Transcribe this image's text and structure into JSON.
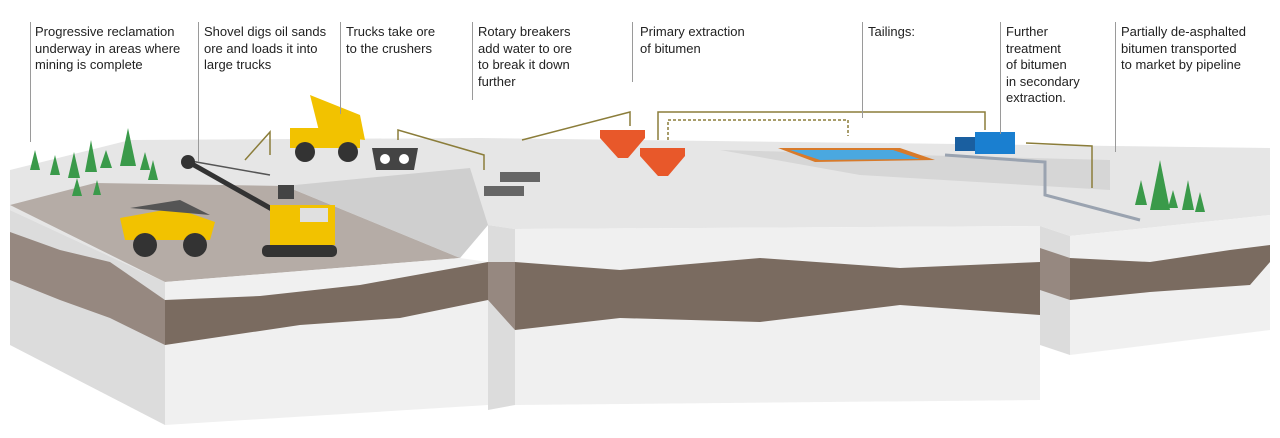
{
  "title": "Oil sands surface mining process",
  "steps": [
    {
      "id": "reclamation",
      "text": "Progressive reclamation\nunderway in areas where\nmining is complete"
    },
    {
      "id": "shovel",
      "text": "Shovel digs oil sands\nore and loads it into\nlarge trucks"
    },
    {
      "id": "trucks",
      "text": "Trucks take ore\nto the crushers"
    },
    {
      "id": "breakers",
      "text": "Rotary breakers\nadd water to ore\nto break it down\nfurther"
    },
    {
      "id": "primary",
      "text": "Primary extraction\nof bitumen"
    },
    {
      "id": "tailings",
      "text": "Tailings:"
    },
    {
      "id": "secondary",
      "text": "Further\ntreatment\nof bitumen\nin secondary\nextraction."
    },
    {
      "id": "pipeline",
      "text": "Partially de-asphalted\nbitumen transported\nto market by pipeline"
    }
  ],
  "colors": {
    "ground": "#e6e6e6",
    "pit": "#b5aca6",
    "stratum": "#7a6b60",
    "stratum_light": "#968880",
    "equipment": "#f2c200",
    "hopper": "#e8582a",
    "tailings": "#4aa8e0",
    "tailings_rim": "#d87a2a",
    "tank": "#1a7fd0",
    "arrow": "#8b7d3a",
    "tree": "#3a9a4a"
  }
}
